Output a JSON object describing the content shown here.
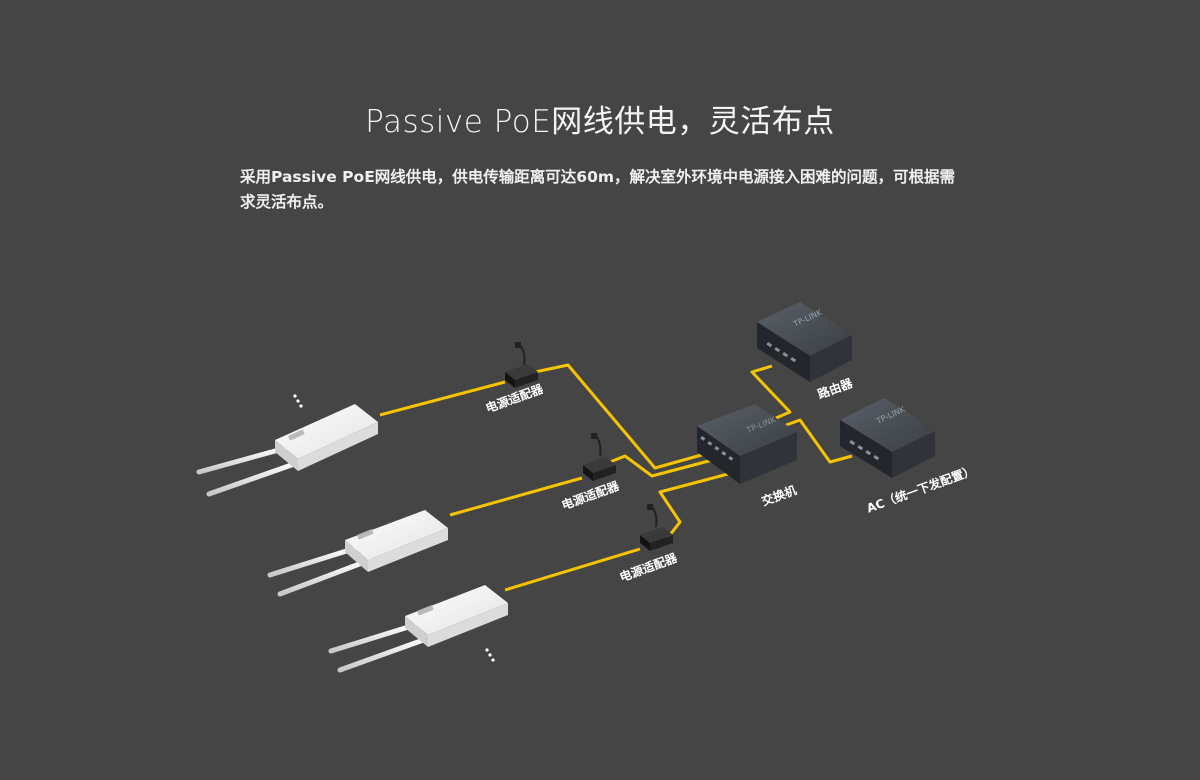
{
  "title": "Passive PoE网线供电，灵活布点",
  "description": "采用Passive PoE网线供电，供电传输距离可达60m，解决室外环境中电源接入困难的问题，可根据需求灵活布点。",
  "labels": {
    "adapter_1": "电源适配器",
    "adapter_2": "电源适配器",
    "adapter_3": "电源适配器",
    "switch": "交换机",
    "router": "路由器",
    "ac": "AC（统一下发配置）"
  },
  "device_logo_text": "TP-LINK",
  "ellipsis": "⋮",
  "colors": {
    "background": "#454545",
    "cable": "#f5c400",
    "ap_body": "#f2f2f2",
    "device_dark": "#2f3236"
  }
}
